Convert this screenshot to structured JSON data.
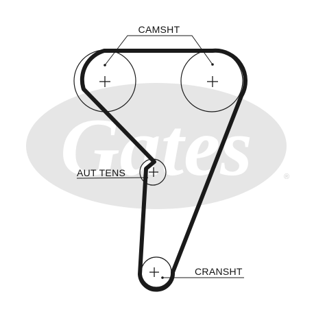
{
  "watermark": {
    "brand": "Gates",
    "registered": "®"
  },
  "labels": {
    "camshaft": "CAMSHT",
    "tensioner": "AUT TENS",
    "crankshaft": "CRANSHT"
  },
  "colors": {
    "line": "#1a1a1a",
    "watermark": "#e6e6e6"
  }
}
